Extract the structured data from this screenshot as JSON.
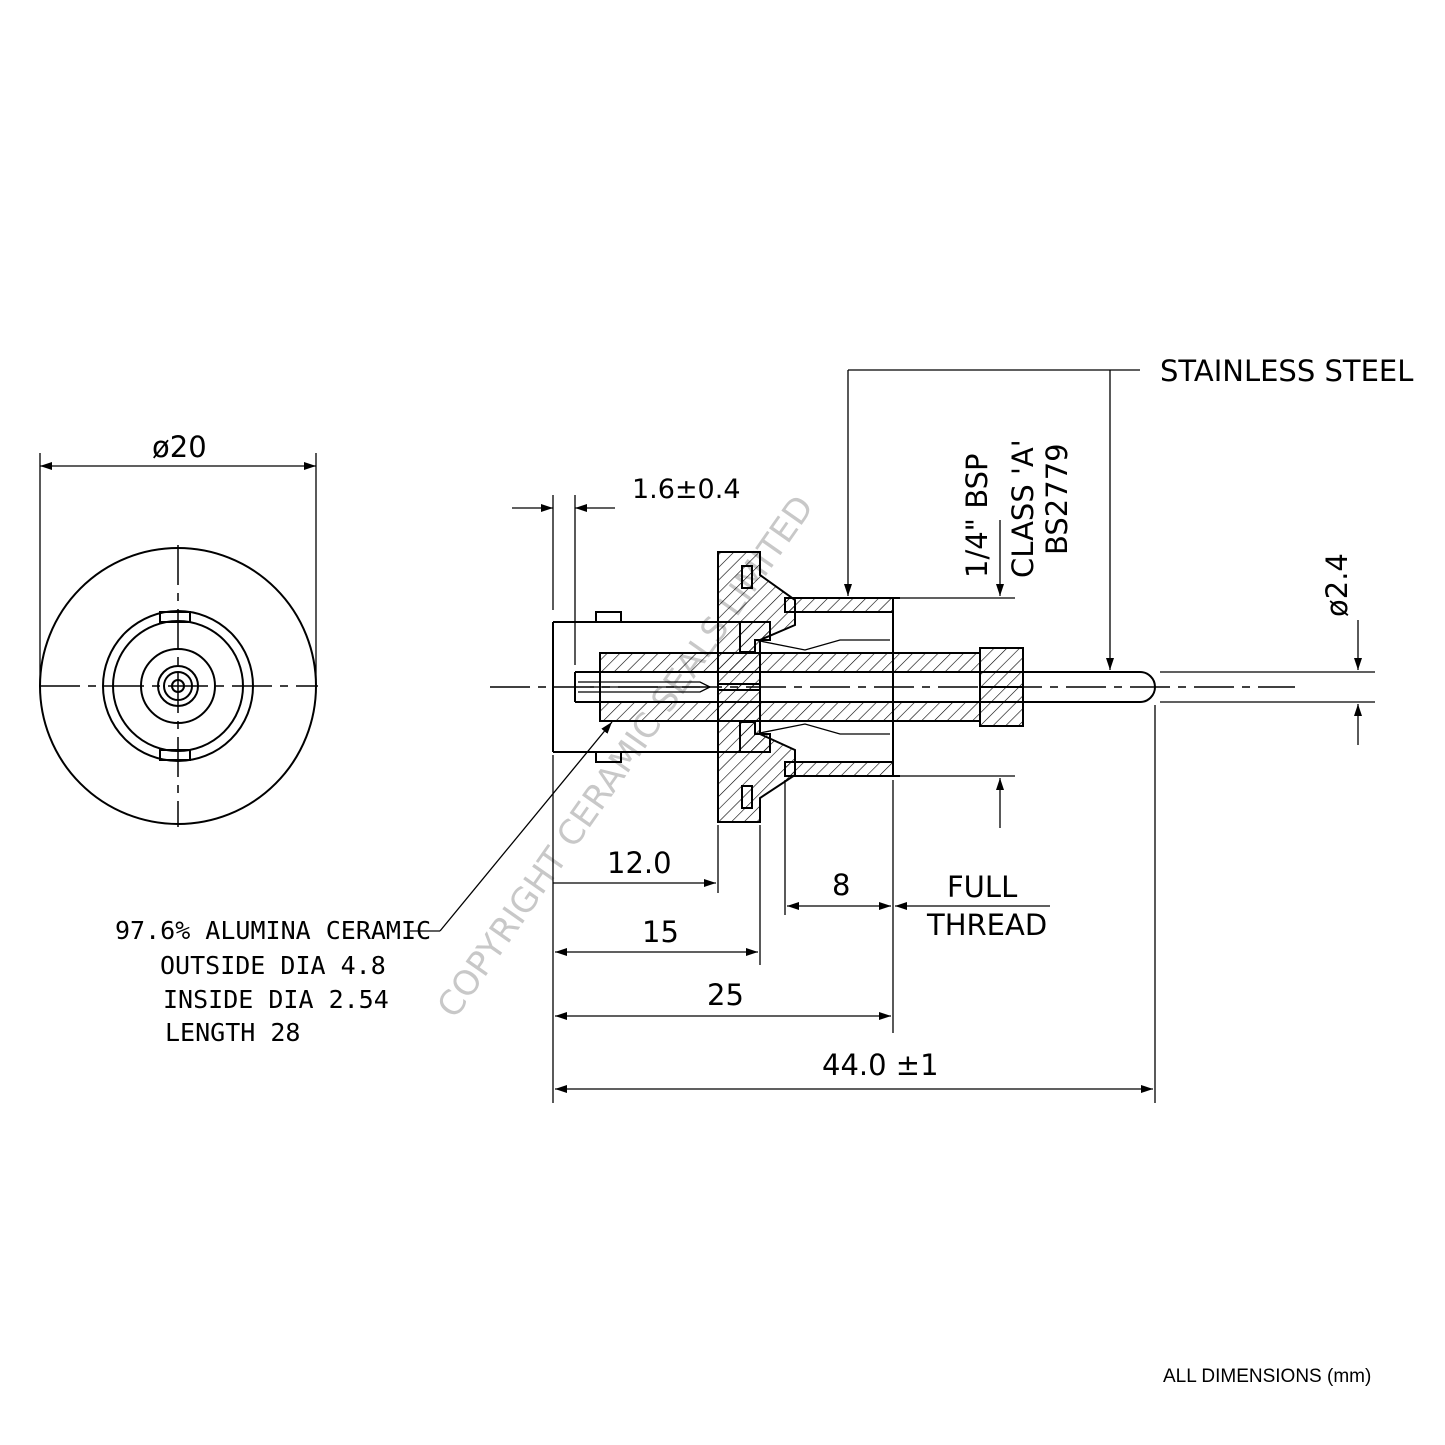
{
  "front_view": {
    "diameter_label": "ø20"
  },
  "side_view": {
    "flange_offset_label": "1.6±0.4",
    "material_label": "STAINLESS STEEL",
    "thread_spec": {
      "line1": "1/4\" BSP",
      "line2": "CLASS 'A'",
      "line3": "BS2779"
    },
    "pin_diameter_label": "ø2.4",
    "full_thread_label": {
      "line1": "FULL",
      "line2": "THREAD"
    },
    "dimensions": {
      "d12": "12.0",
      "d8": "8",
      "d15": "15",
      "d25": "25",
      "d44": "44.0  ±1"
    }
  },
  "ceramic_note": {
    "line1": "97.6% ALUMINA CERAMIC",
    "line2": "OUTSIDE DIA 4.8",
    "line3": "INSIDE DIA 2.54",
    "line4": "LENGTH 28"
  },
  "watermark": "COPYRIGHT CERAMIC SEALS LIMITED",
  "footer_note": "ALL DIMENSIONS (mm)"
}
